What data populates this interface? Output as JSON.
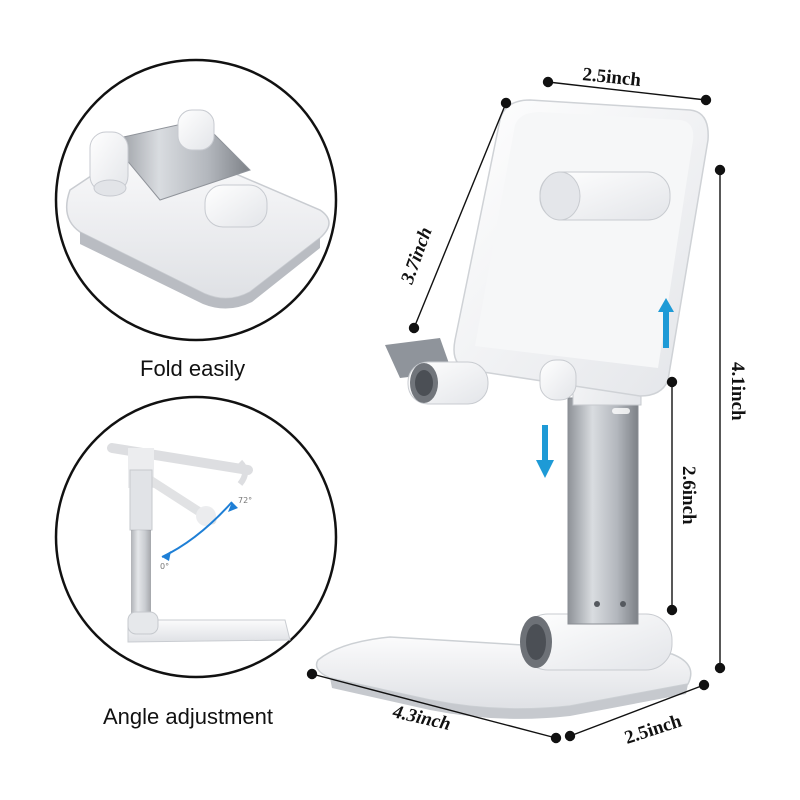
{
  "captions": {
    "fold": "Fold easily",
    "angle": "Angle adjustment"
  },
  "dimensions": {
    "top_width": "2.5inch",
    "panel_height": "3.7inch",
    "total_height": "4.1inch",
    "stem_height": "2.6inch",
    "base_length": "4.3inch",
    "base_width": "2.5inch"
  },
  "angle_inset": {
    "max": "72°",
    "min": "0°"
  },
  "colors": {
    "arrow": "#1e9ad6",
    "outline": "#111111",
    "stand_white": "#f4f5f7",
    "stem_silver": "#a9adb3"
  }
}
